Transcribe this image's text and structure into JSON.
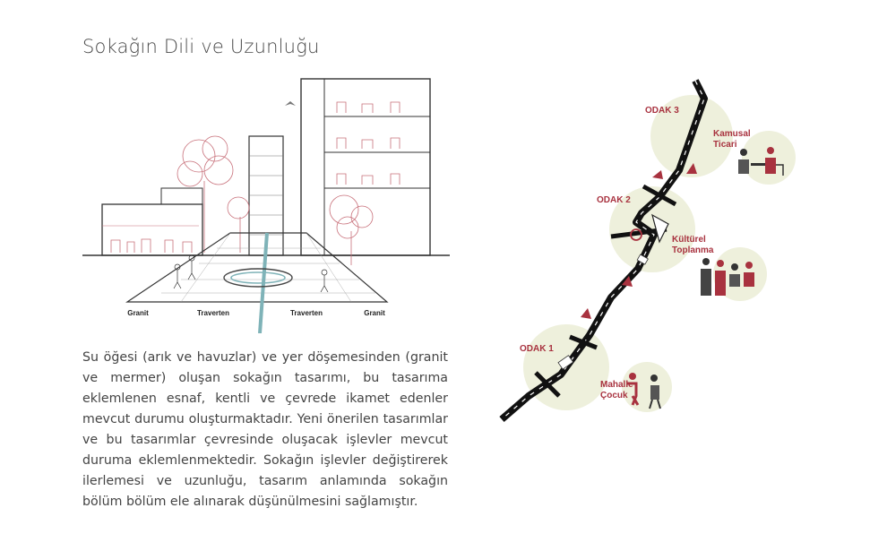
{
  "page": {
    "title": "Sokağın Dili ve Uzunluğu",
    "paragraph": "Su öğesi (arık ve havuzlar) ve yer döşemesinden (granit ve mermer) oluşan sokağın tasarımı, bu tasarıma eklemlenen esnaf, kentli ve çevrede ikamet edenler mevcut durumu oluşturmaktadır. Yeni önerilen tasarımlar ve bu tasarımlar çevresinde oluşacak işlevler mevcut duruma eklemlenmektedir. Sokağın işlevler değiştirerek ilerlemesi ve uzunluğu, tasarım anlamında sokağın bölüm bölüm ele alınarak düşünülmesini sağlamıştır."
  },
  "section_labels": [
    "Granit",
    "Traverten",
    "Traverten",
    "Granit"
  ],
  "foci": [
    {
      "label": "ODAK 3",
      "activity_line1": "Kamusal",
      "activity_line2": "Ticari"
    },
    {
      "label": "ODAK 2",
      "activity_line1": "Kültürel",
      "activity_line2": "Toplanma"
    },
    {
      "label": "ODAK 1",
      "activity_line1": "Mahalle",
      "activity_line2": "Çocuk"
    }
  ],
  "colors": {
    "accent_red": "#a8323f",
    "sketch_red": "#c8707a",
    "water": "#7fb3b8",
    "focus_circle": "#eef0dc",
    "street": "#111111",
    "line_gray": "#555555"
  }
}
